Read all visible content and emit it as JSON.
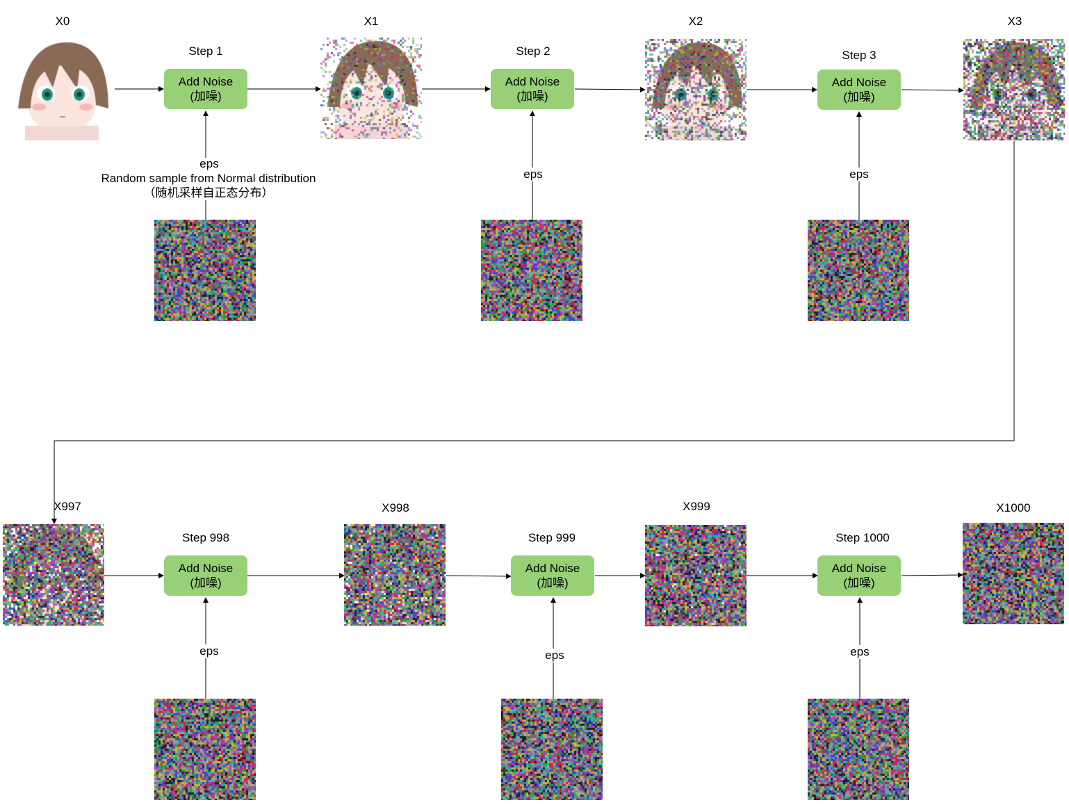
{
  "states": [
    "X0",
    "X1",
    "X2",
    "X3",
    "X997",
    "X998",
    "X999",
    "X1000"
  ],
  "steps": [
    {
      "title": "Step 1",
      "node": "Add Noise",
      "node_cn": "(加噪)",
      "eps": "eps"
    },
    {
      "title": "Step 2",
      "node": "Add Noise",
      "node_cn": "(加噪)",
      "eps": "eps"
    },
    {
      "title": "Step 3",
      "node": "Add Noise",
      "node_cn": "(加噪)",
      "eps": "eps"
    },
    {
      "title": "Step 998",
      "node": "Add Noise",
      "node_cn": "(加噪)",
      "eps": "eps"
    },
    {
      "title": "Step 999",
      "node": "Add Noise",
      "node_cn": "(加噪)",
      "eps": "eps"
    },
    {
      "title": "Step 1000",
      "node": "Add Noise",
      "node_cn": "(加噪)",
      "eps": "eps"
    }
  ],
  "eps_note": {
    "line1": "Random sample from Normal distribution",
    "line2": "（随机采样自正态分布）"
  },
  "colors": {
    "node_fill": "#97d077",
    "line": "#000000",
    "skin": "#fbe6df",
    "hair": "#8a6a55",
    "eye": "#1f8f7a"
  },
  "noise_levels": [
    0,
    0.25,
    0.45,
    0.65,
    0.85,
    0.93,
    0.98,
    1.0
  ]
}
